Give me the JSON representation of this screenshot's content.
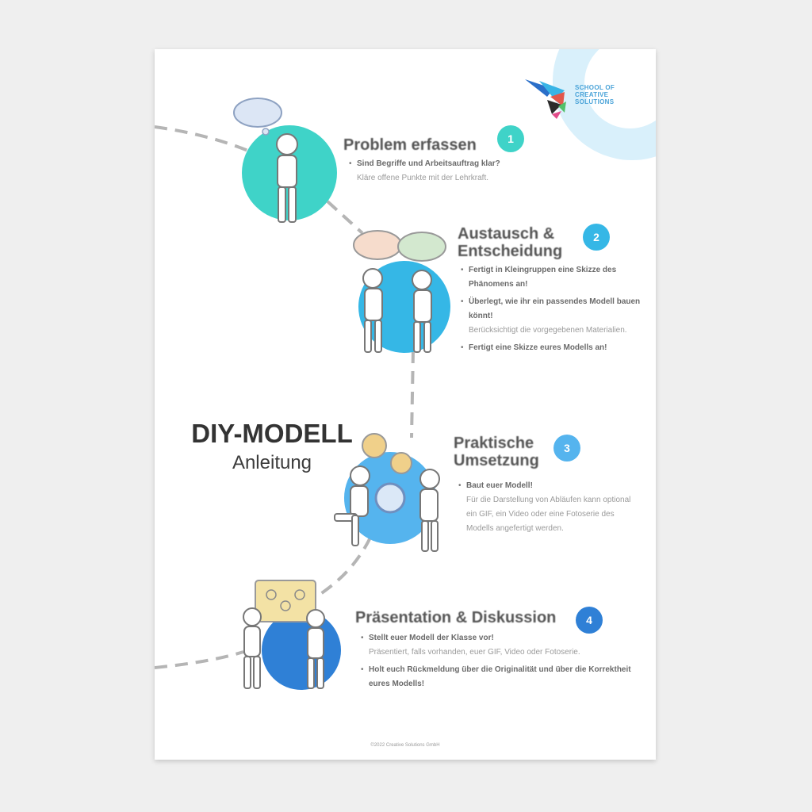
{
  "document": {
    "title": "DIY-MODELL",
    "subtitle": "Anleitung",
    "footer": "©2022 Creative Solutions GmbH"
  },
  "logo": {
    "line1": "SCHOOL OF",
    "line2": "CREATIVE",
    "line3": "SOLUTIONS"
  },
  "colors": {
    "step1": "#3fd3c8",
    "step2": "#35b7e6",
    "step3": "#55b4ee",
    "step4": "#2f80d6",
    "path": "#b5b5b5"
  },
  "steps": [
    {
      "number": "1",
      "title": "Problem erfassen",
      "items": [
        {
          "bold": "Sind Begriffe und Arbeitsauftrag klar?",
          "note": "Kläre offene Punkte mit der Lehrkraft."
        }
      ]
    },
    {
      "number": "2",
      "title_line1": "Austausch &",
      "title_line2": "Entscheidung",
      "items": [
        {
          "bold": "Fertigt in Kleingruppen eine Skizze des Phänomens an!",
          "note": ""
        },
        {
          "bold": "Überlegt, wie ihr ein passendes Modell bauen könnt!",
          "note": "Berücksichtigt die vorgegebenen Materialien."
        },
        {
          "bold": "Fertigt eine Skizze eures Modells an!",
          "note": ""
        }
      ]
    },
    {
      "number": "3",
      "title_line1": "Praktische",
      "title_line2": "Umsetzung",
      "items": [
        {
          "bold": "Baut euer Modell!",
          "note": "Für die Darstellung von Abläufen kann optional ein GIF, ein Video oder eine Fotoserie des Modells angefertigt werden."
        }
      ]
    },
    {
      "number": "4",
      "title": "Präsentation & Diskussion",
      "items": [
        {
          "bold": "Stellt euer Modell der Klasse vor!",
          "note": "Präsentiert, falls vorhanden, euer GIF, Video oder Fotoserie."
        },
        {
          "bold": "Holt euch Rückmeldung über die Originalität und über die Korrektheit eures Modells!",
          "note": ""
        }
      ]
    }
  ]
}
